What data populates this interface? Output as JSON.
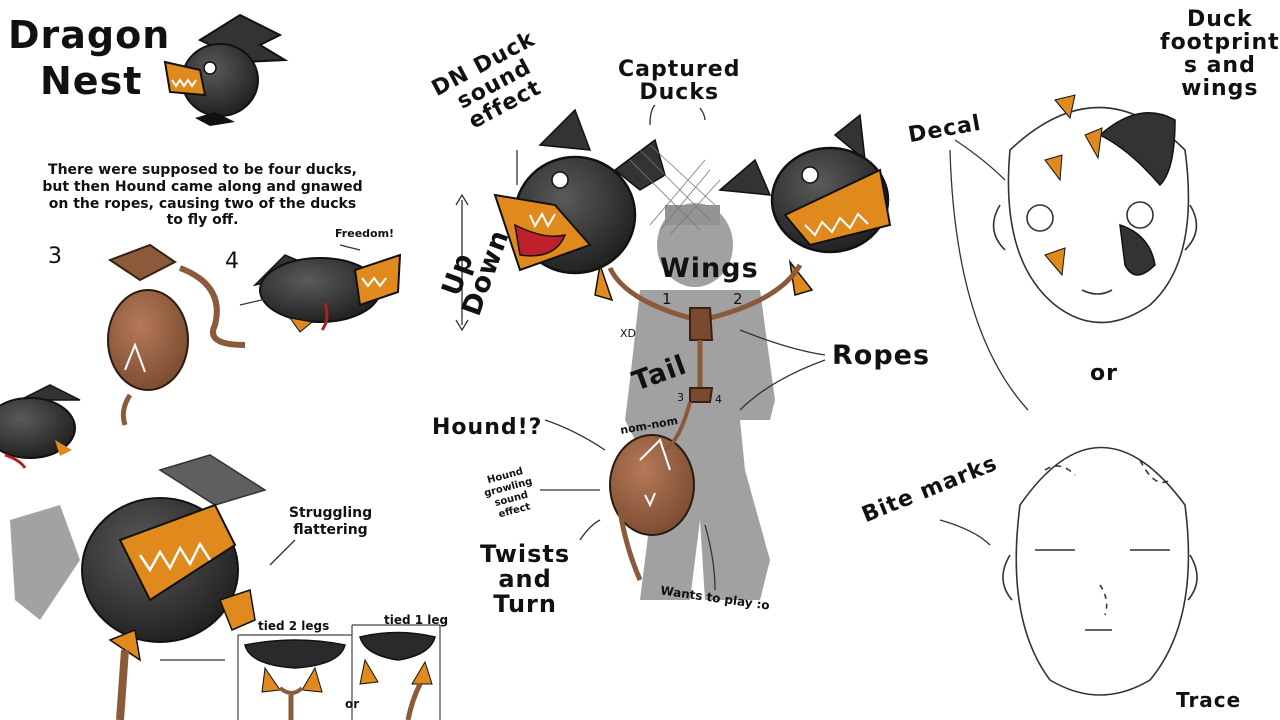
{
  "title": {
    "line1": "Dragon",
    "line2": "Nest"
  },
  "intro_note": [
    "There were supposed to be four ducks,",
    "but then Hound came along and gnawed",
    "on the ropes, causing two of the ducks",
    "to fly off."
  ],
  "labels": {
    "panel3": "3",
    "panel4": "4",
    "freedom": "Freedom!",
    "struggling": [
      "Struggling",
      "flattering"
    ],
    "tied_2_legs": "tied 2 legs",
    "tied_1_leg": "tied 1 leg",
    "or_small": "or",
    "dn_duck_sound": [
      "DN Duck",
      "sound",
      "effect"
    ],
    "captured_ducks": [
      "Captured",
      "Ducks"
    ],
    "up": "Up",
    "down": "Down",
    "wings": "Wings",
    "num1": "1",
    "num2": "2",
    "xd": "XD",
    "tail": "Tail",
    "ropes": "Ropes",
    "hound": "Hound!?",
    "nom_nom": "nom-nom",
    "hound_growling": [
      "Hound",
      "growling",
      "sound",
      "effect"
    ],
    "twists": [
      "Twists",
      "and",
      "Turn"
    ],
    "wants_to_play": "Wants to play :o",
    "num3": "3",
    "num4": "4",
    "decal": "Decal",
    "duck_footprints": [
      "Duck",
      "footprint",
      "s and",
      "wings"
    ],
    "or_big": "or",
    "bite_marks": "Bite marks",
    "signature": "Trace"
  },
  "colors": {
    "ink": "#111111",
    "duck_body": "#3a3a3a",
    "beak": "#e08a1e",
    "hound": "#9a6244",
    "rope": "#8a5a3a",
    "silhouette": "#9a9a9a"
  }
}
